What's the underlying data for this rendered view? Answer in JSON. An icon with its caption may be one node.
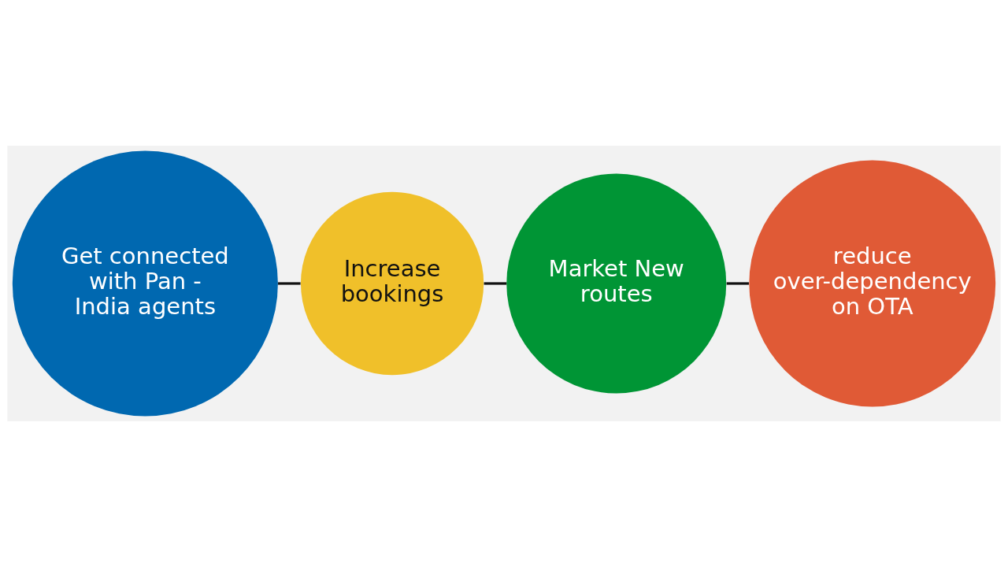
{
  "diagram": {
    "nodes": [
      {
        "text": [
          "Get connected with Pan - India agents"
        ]
      },
      {
        "text": [
          "Increase bookings"
        ]
      },
      {
        "text": [
          "Market New routes"
        ]
      },
      {
        "text": [
          "reduce over-dependency on OTA"
        ]
      }
    ],
    "edges": [
      {
        "from": 0,
        "to": 1,
        "arrow": "none"
      },
      {
        "from": 1,
        "to": 2,
        "arrow": "none"
      },
      {
        "from": 2,
        "to": 3,
        "arrow": "none"
      }
    ]
  }
}
